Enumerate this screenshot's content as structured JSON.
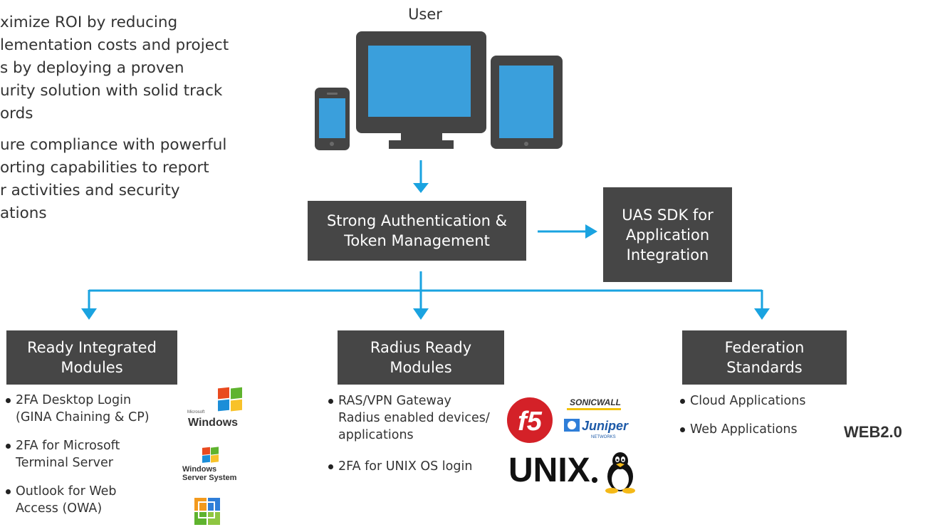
{
  "intro": {
    "lines": [
      "ximize ROI by reducing",
      "lementation costs and project",
      "s by deploying a proven",
      "urity solution with solid track",
      "ords",
      "ure compliance with powerful",
      "orting capabilities to report",
      "r activities and security",
      "ations"
    ]
  },
  "user": {
    "label": "User"
  },
  "core": {
    "auth_line1": "Strong Authentication &",
    "auth_line2": "Token Management",
    "sdk_line1": "UAS SDK for",
    "sdk_line2": "Application",
    "sdk_line3": "Integration"
  },
  "modules": {
    "ready": {
      "title1": "Ready Integrated",
      "title2": "Modules",
      "items": [
        {
          "l1": "2FA Desktop Login",
          "l2": "(GINA Chaining & CP)"
        },
        {
          "l1": "2FA for Microsoft",
          "l2": "Terminal Server"
        },
        {
          "l1": "Outlook for Web",
          "l2": "Access (OWA)"
        }
      ]
    },
    "radius": {
      "title1": "Radius Ready",
      "title2": "Modules",
      "items": [
        {
          "l1": "RAS/VPN Gateway",
          "l2": "Radius enabled devices/",
          "l3": "applications"
        },
        {
          "l1": "2FA for UNIX OS login"
        }
      ]
    },
    "federation": {
      "title1": "Federation",
      "title2": "Standards",
      "items": [
        {
          "l1": "Cloud Applications"
        },
        {
          "l1": "Web Applications"
        }
      ]
    }
  },
  "logos": {
    "windows_small": "Microsoft",
    "windows": "Windows",
    "windows_server_1": "Windows",
    "windows_server_2": "Server System",
    "sonicwall": "SONICWALL",
    "juniper": "Juniper",
    "juniper_sub": "NETWORKS",
    "unix": "UNIX",
    "f5": "f5"
  },
  "tag": "WEB2.0",
  "colors": {
    "box": "#464646",
    "arrow": "#1aa3e0",
    "screen": "#3a9fdc",
    "device": "#444444"
  }
}
